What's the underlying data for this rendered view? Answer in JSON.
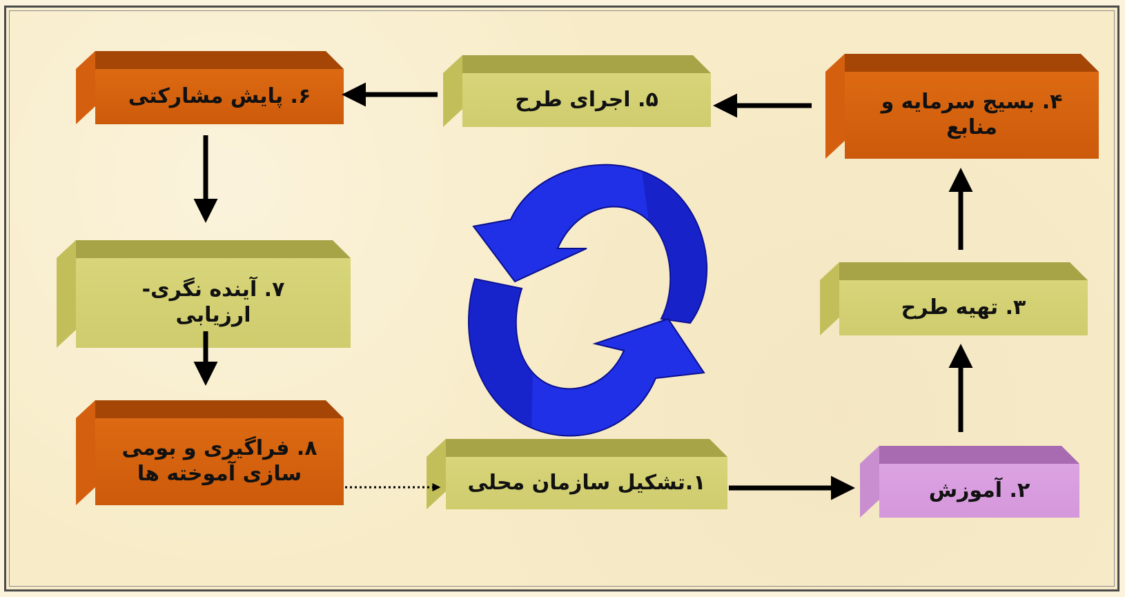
{
  "colors": {
    "background": "#f8ecc8",
    "olive_box": "#d4d173",
    "orange_box": "#d86410",
    "purple_box": "#d89de0",
    "cycle_arrow": "#1f2de8",
    "arrow": "#000000"
  },
  "steps": {
    "s1": "۱.تشکیل سازمان محلی",
    "s2": "۲. آموزش",
    "s3": "۳. تهیه طرح",
    "s4_line1": "۴. بسیج سرمایه و",
    "s4_line2": "منابع",
    "s5": "۵. اجرای طرح",
    "s6": "۶. پایش مشارکتی",
    "s7_line1": "۷. آینده نگری-",
    "s7_line2": "ارزیابی",
    "s8_line1": "۸. فراگیری و بومی",
    "s8_line2": "سازی آموخته ها"
  },
  "icons": {
    "cycle": "circular-refresh-arrows-icon"
  }
}
